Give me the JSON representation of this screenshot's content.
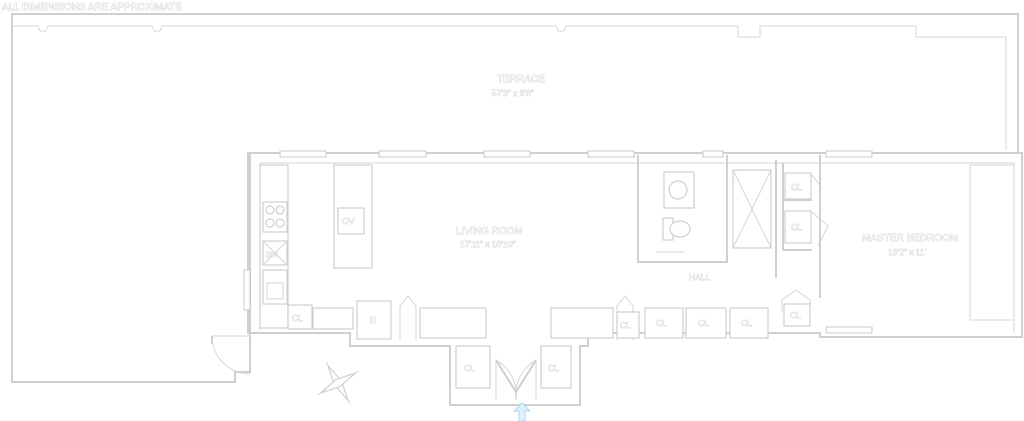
{
  "header": {
    "disclaimer": "ALL DIMENSIONS ARE APPROXIMATE"
  },
  "rooms": {
    "terrace": {
      "name": "TERRACE",
      "dims": "57'3\" x 8'6\""
    },
    "living_room": {
      "name": "LIVING ROOM",
      "dims": "17'11\" x 10'10\""
    },
    "master_bedroom": {
      "name": "MASTER BEDROOM",
      "dims": "13'2\" x 11'"
    },
    "hall": {
      "name": "HALL"
    }
  },
  "fixtures": {
    "oven": "OV",
    "dishwasher": "DW",
    "refrigerator": "R",
    "closet": "CL"
  },
  "colors": {
    "wall": "#cfcfcf",
    "label_fill": "#ffffff",
    "label_outline": "#b8b8b8",
    "entry_arrow": "#a9d8ef"
  }
}
